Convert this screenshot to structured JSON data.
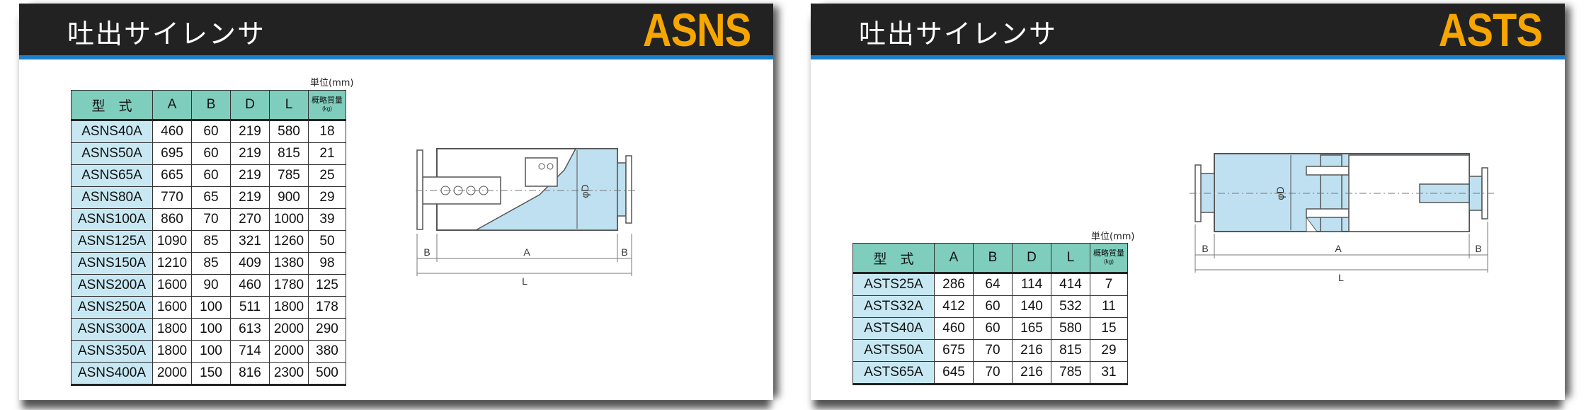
{
  "panels": [
    {
      "title": "吐出サイレンサ",
      "model": "ASNS",
      "unit_label": "単位(mm)",
      "headers": [
        "型　式",
        "A",
        "B",
        "D",
        "L",
        "概略質量",
        "(kg)"
      ],
      "rows": [
        [
          "ASNS40A",
          "460",
          "60",
          "219",
          "580",
          "18"
        ],
        [
          "ASNS50A",
          "695",
          "60",
          "219",
          "815",
          "21"
        ],
        [
          "ASNS65A",
          "665",
          "60",
          "219",
          "785",
          "25"
        ],
        [
          "ASNS80A",
          "770",
          "65",
          "219",
          "900",
          "29"
        ],
        [
          "ASNS100A",
          "860",
          "70",
          "270",
          "1000",
          "39"
        ],
        [
          "ASNS125A",
          "1090",
          "85",
          "321",
          "1260",
          "50"
        ],
        [
          "ASNS150A",
          "1210",
          "85",
          "409",
          "1380",
          "98"
        ],
        [
          "ASNS200A",
          "1600",
          "90",
          "460",
          "1780",
          "125"
        ],
        [
          "ASNS250A",
          "1600",
          "100",
          "511",
          "1800",
          "178"
        ],
        [
          "ASNS300A",
          "1800",
          "100",
          "613",
          "2000",
          "290"
        ],
        [
          "ASNS350A",
          "1800",
          "100",
          "714",
          "2000",
          "380"
        ],
        [
          "ASNS400A",
          "2000",
          "150",
          "816",
          "2300",
          "500"
        ]
      ],
      "diagram_labels": {
        "b_left": "B",
        "a": "A",
        "b_right": "B",
        "l": "L",
        "d": "φD"
      }
    },
    {
      "title": "吐出サイレンサ",
      "model": "ASTS",
      "unit_label": "単位(mm)",
      "headers": [
        "型　式",
        "A",
        "B",
        "D",
        "L",
        "概略質量",
        "(kg)"
      ],
      "rows": [
        [
          "ASTS25A",
          "286",
          "64",
          "114",
          "414",
          "7"
        ],
        [
          "ASTS32A",
          "412",
          "60",
          "140",
          "532",
          "11"
        ],
        [
          "ASTS40A",
          "460",
          "60",
          "165",
          "580",
          "15"
        ],
        [
          "ASTS50A",
          "675",
          "70",
          "216",
          "815",
          "29"
        ],
        [
          "ASTS65A",
          "645",
          "70",
          "216",
          "785",
          "31"
        ]
      ],
      "diagram_labels": {
        "b_left": "B",
        "a": "A",
        "b_right": "B",
        "l": "L",
        "d": "φD"
      }
    }
  ],
  "colors": {
    "header_bg": "#222222",
    "model_text": "#f7a600",
    "accent_line": "#1b80cc",
    "table_header": "#7fcdbd",
    "model_cell": "#c7e8f2",
    "diagram_fill": "#bfe0f0"
  }
}
